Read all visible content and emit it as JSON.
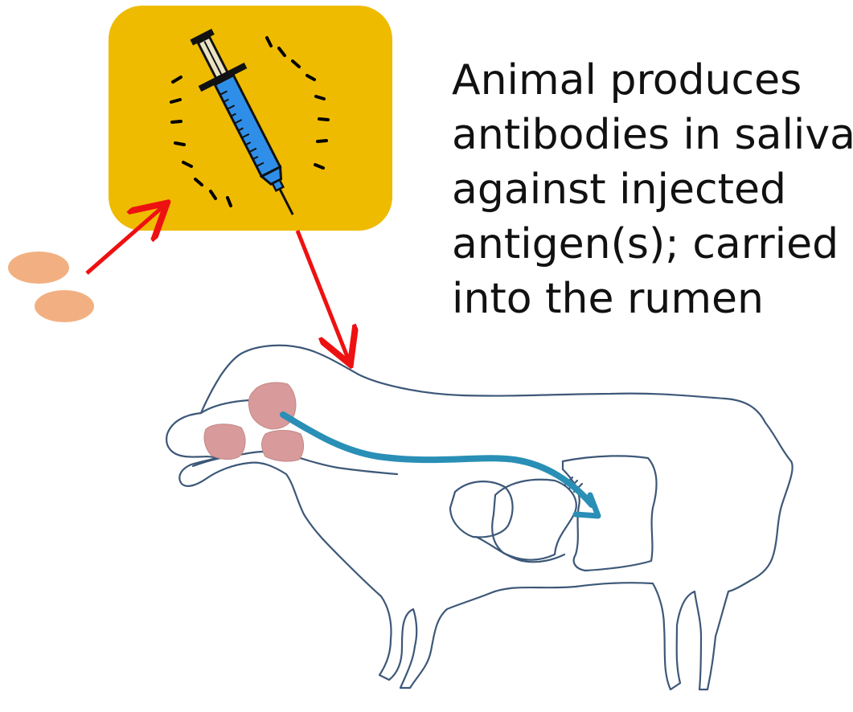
{
  "caption": {
    "lines": [
      "Animal produces",
      "antibodies in saliva",
      "against injected",
      "antigen(s); carried",
      "into the rumen"
    ]
  },
  "icons": {
    "syringe": "syringe-icon",
    "antigen": "antigen-ellipse",
    "sheep": "sheep-outline",
    "salivary_gland": "salivary-gland-shape",
    "flow_arrow": "saliva-flow-arrow",
    "injection_arrow": "injection-arrow",
    "transfer_arrow": "transfer-arrow"
  },
  "colors": {
    "panel_fill": "#eebb00",
    "arrow_red": "#ee1111",
    "antigen_fill": "#f2b082",
    "gland_fill": "#d89a9a",
    "flow_blue": "#2a8fb6",
    "sheep_outline": "#3d5878",
    "syringe_barrel": "#2f8fe8"
  }
}
